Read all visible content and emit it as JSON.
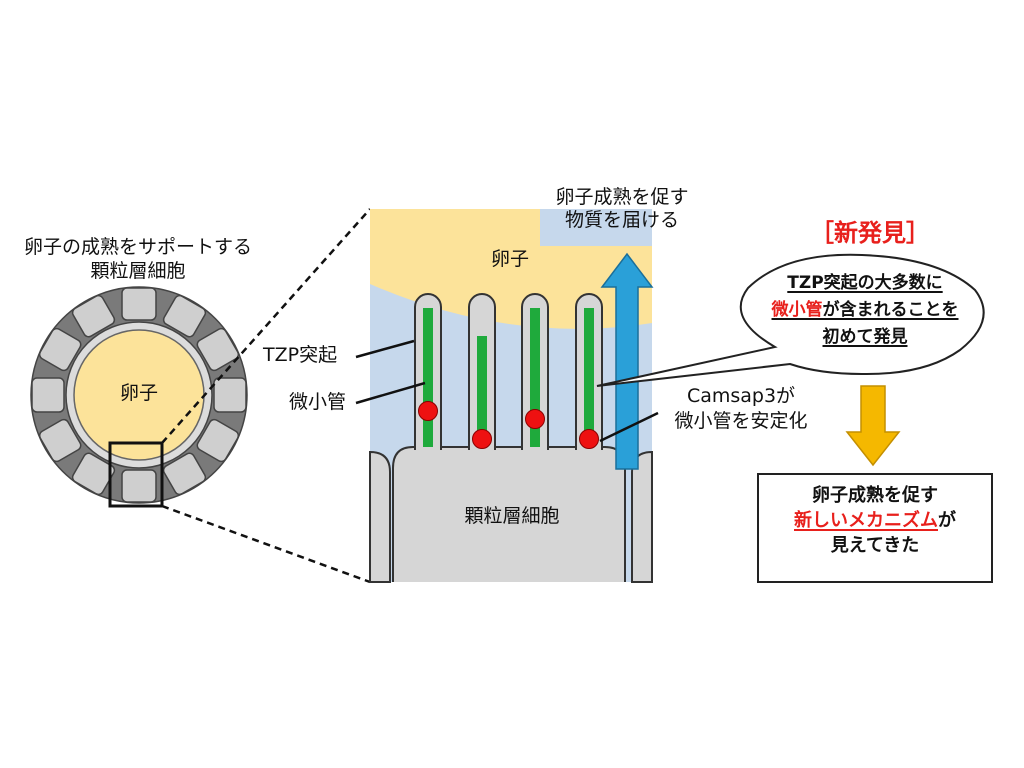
{
  "overview": {
    "title_line1": "卵子の成熟をサポートする",
    "title_line2": "顆粒層細胞",
    "oocyte_label": "卵子"
  },
  "detail": {
    "oocyte_label": "卵子",
    "granulosa_label": "顆粒層細胞",
    "tzp_label": "TZP突起",
    "microtubule_label": "微小管",
    "delivery_line1": "卵子成熟を促す",
    "delivery_line2": "物質を届ける",
    "camsap_line1": "Camsap3が",
    "camsap_line2": "微小管を安定化"
  },
  "finding": {
    "heading": "［新発見］",
    "bubble_line1": "TZP突起の大多数に",
    "bubble_line2_highlight": "微小管",
    "bubble_line2_rest": "が含まれることを",
    "bubble_line3": "初めて発見"
  },
  "result": {
    "line1": "卵子成熟を促す",
    "line2_highlight": "新しいメカニズム",
    "line2_rest": "が",
    "line3": "見えてきた"
  },
  "colors": {
    "oocyte": "#fce39a",
    "granulosa": "#d6d6d6",
    "zona": "#c6d8ec",
    "microtubule": "#1faa3c",
    "camsap3": "#ee1111",
    "arrow_blue": "#2aa0d8",
    "arrow_orange": "#f5b800",
    "highlight_red": "#e8201c"
  }
}
